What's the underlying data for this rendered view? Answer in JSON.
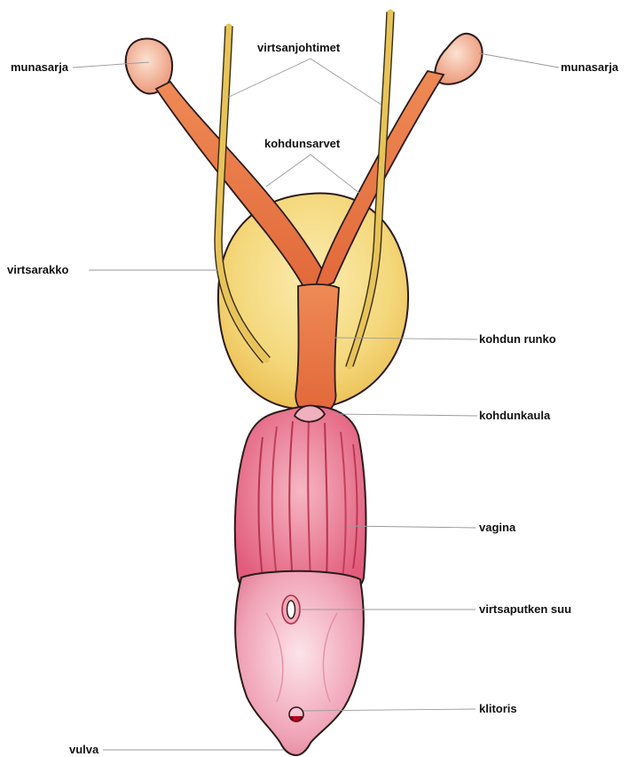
{
  "labels": {
    "ovary_left": "munasarja",
    "ovary_right": "munasarja",
    "ureters": "virtsanjohtimet",
    "uterine_horns": "kohdunsarvet",
    "bladder": "virtsarakko",
    "uterine_body": "kohdun runko",
    "cervix": "kohdunkaula",
    "vagina": "vagina",
    "urethral_opening": "virtsaputken suu",
    "clitoris": "klitoris",
    "vulva": "vulva"
  },
  "colors": {
    "bladder": "#f4d77a",
    "uterus": "#e8743a",
    "ovary": "#eea58a",
    "ureter": "#e6c45a",
    "vagina": "#e86a86",
    "vulva": "#eea0b4",
    "outline": "#2a1a1a",
    "leader": "#9a9a9a"
  }
}
